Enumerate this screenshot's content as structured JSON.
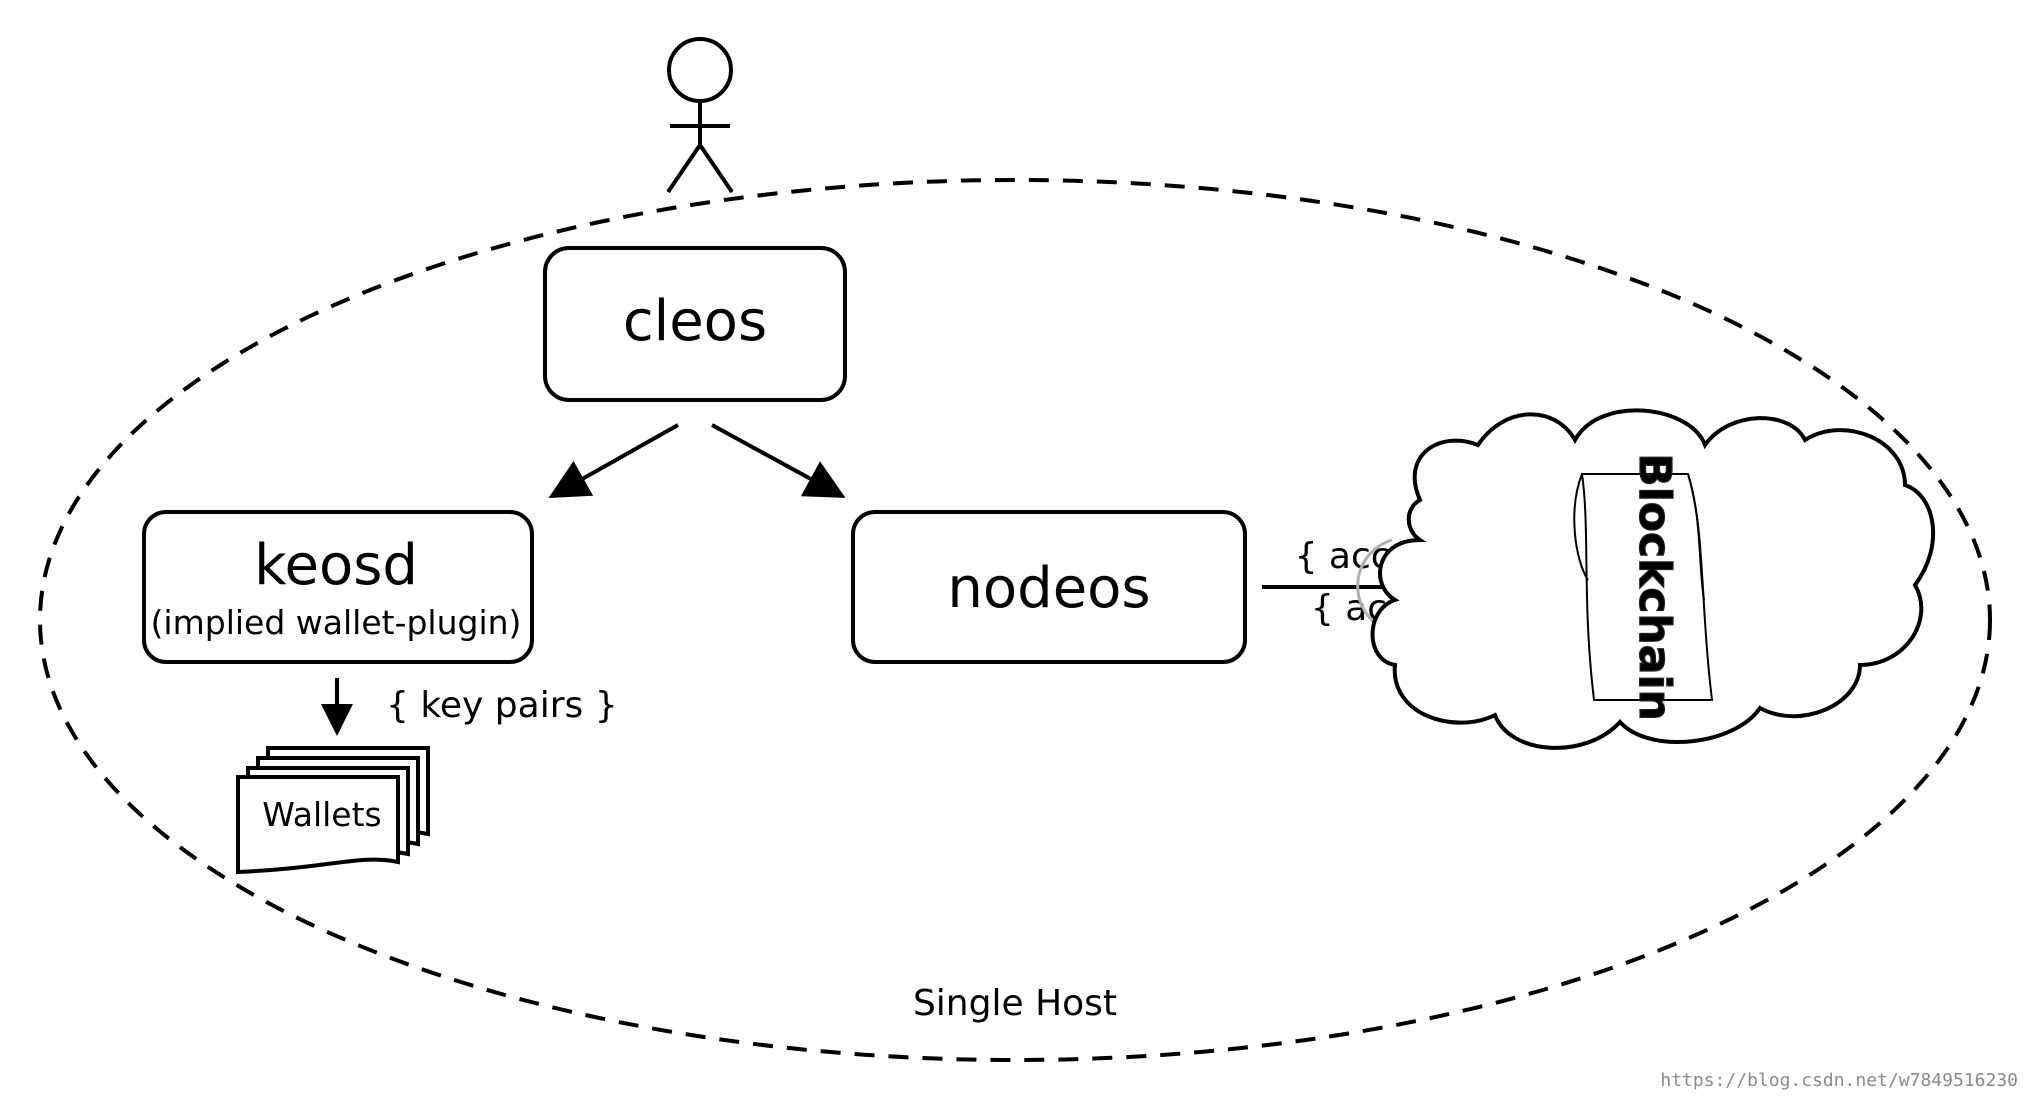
{
  "diagram": {
    "actor": "user",
    "cleos": {
      "label": "cleos"
    },
    "keosd": {
      "label": "keosd",
      "sublabel": "(implied wallet-plugin)"
    },
    "nodeos": {
      "label": "nodeos"
    },
    "wallets": {
      "label": "Wallets"
    },
    "key_pairs": "{ key pairs }",
    "accounts": "{ accounts }",
    "actions": "{ actions }",
    "blockchain": "Blockchain",
    "host": "Single Host",
    "watermark": "https://blog.csdn.net/w7849516230"
  }
}
